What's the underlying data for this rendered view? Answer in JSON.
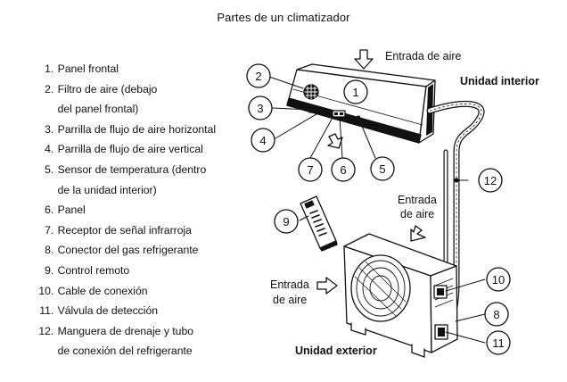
{
  "title": "Partes de un climatizador",
  "parts": [
    {
      "number": "1.",
      "text": "Panel frontal"
    },
    {
      "number": "2.",
      "text": "Filtro de aire (debajo\ndel panel frontal)"
    },
    {
      "number": "3.",
      "text": "Parrilla de flujo de aire horizontal"
    },
    {
      "number": "4.",
      "text": "Parrilla de flujo de aire vertical"
    },
    {
      "number": "5.",
      "text": "Sensor de temperatura (dentro\nde la unidad interior)"
    },
    {
      "number": "6.",
      "text": "Panel"
    },
    {
      "number": "7.",
      "text": "Receptor de señal infrarroja"
    },
    {
      "number": "8.",
      "text": "Conector del gas refrigerante"
    },
    {
      "number": "9.",
      "text": "Control remoto"
    },
    {
      "number": "10.",
      "text": "Cable de conexión"
    },
    {
      "number": "11.",
      "text": "Válvula de detección"
    },
    {
      "number": "12.",
      "text": "Manguera de drenaje y tubo\nde conexión del refrigerante"
    }
  ],
  "labels": {
    "air_intake_top": "Entrada de aire",
    "indoor_unit": "Unidad interior",
    "air_intake_right_line1": "Entrada",
    "air_intake_right_line2": "de aire",
    "air_intake_left_line1": "Entrada",
    "air_intake_left_line2": "de aire",
    "outdoor_unit": "Unidad exterior"
  },
  "callouts": [
    "1",
    "2",
    "3",
    "4",
    "5",
    "6",
    "7",
    "8",
    "9",
    "10",
    "11",
    "12"
  ]
}
